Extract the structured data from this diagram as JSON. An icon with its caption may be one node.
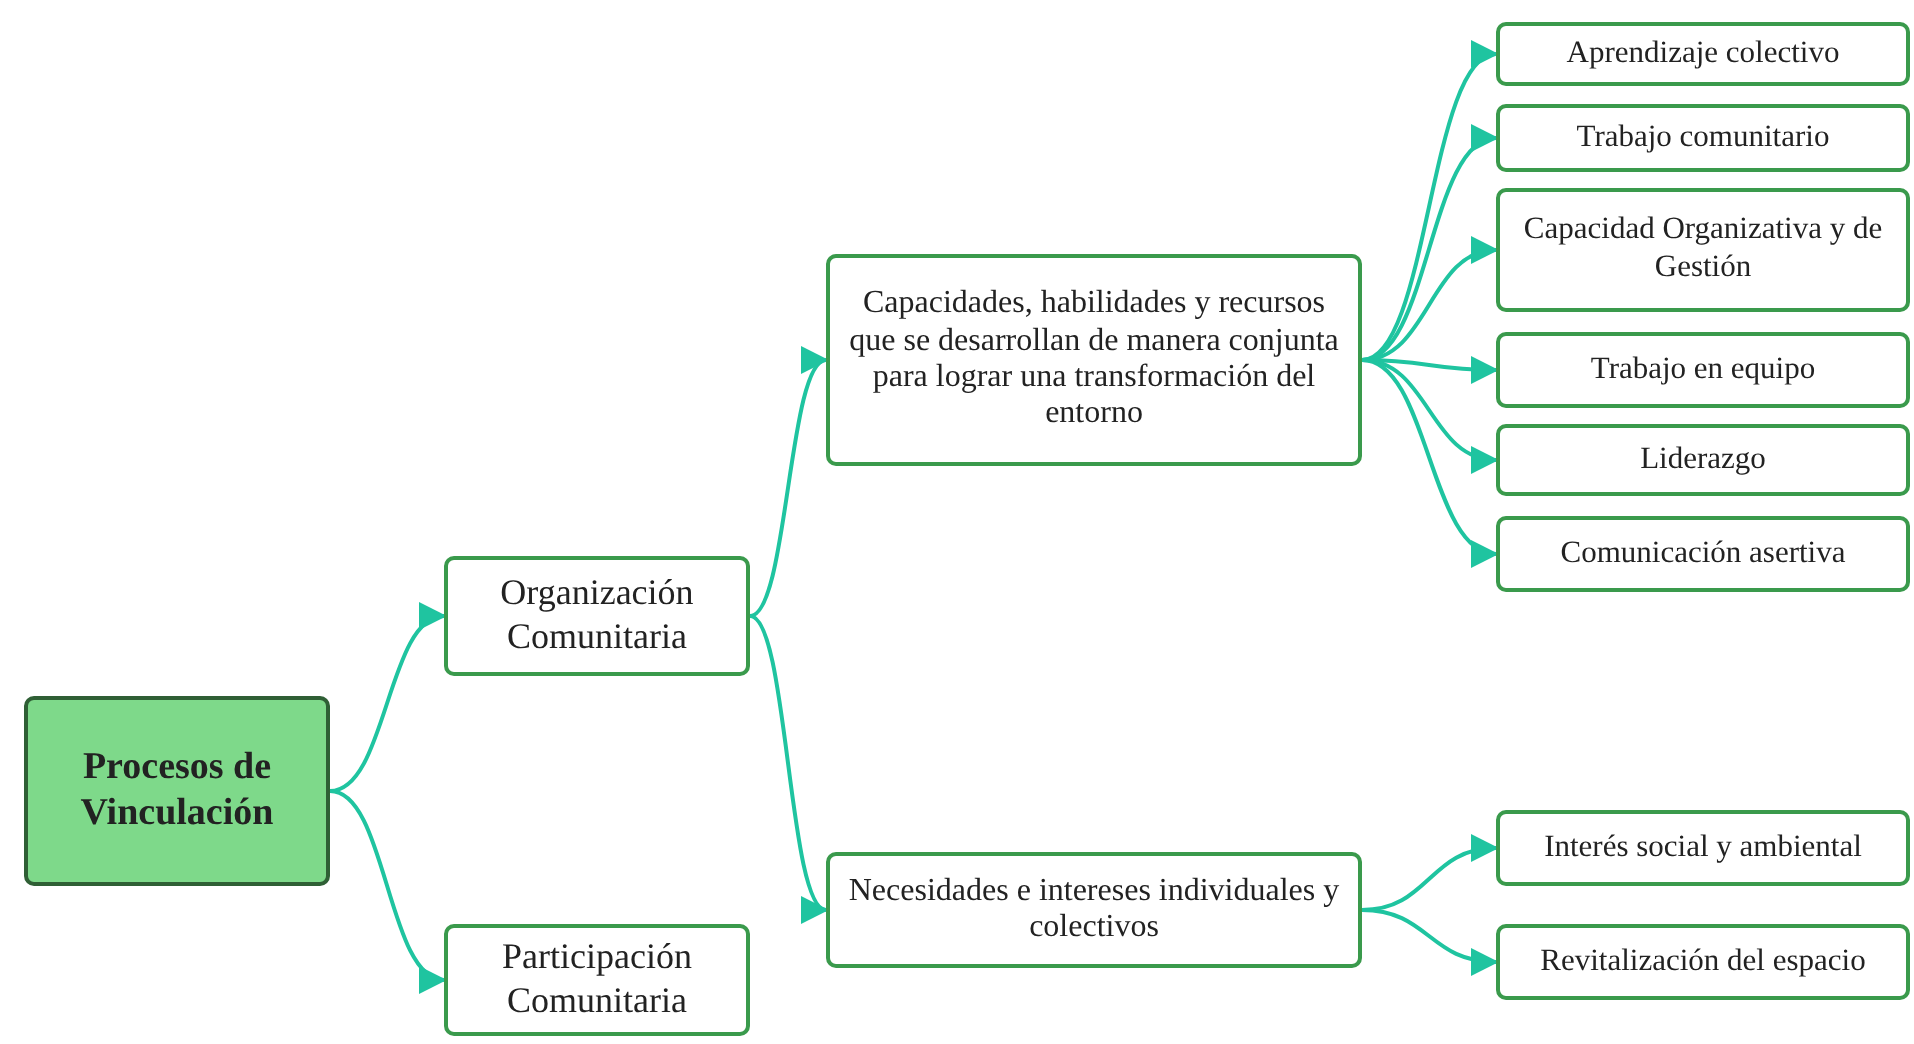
{
  "diagram": {
    "nodes": [
      {
        "text": [
          "Procesos de Vinculación"
        ]
      },
      {
        "text": [
          "Organización Comunitaria"
        ]
      },
      {
        "text": [
          "Participación Comunitaria"
        ]
      },
      {
        "text": [
          "Capacidades, habilidades y recursos que se desarrollan de manera conjunta para lograr una transformación del entorno"
        ]
      },
      {
        "text": [
          "Necesidades e intereses individuales y colectivos"
        ]
      },
      {
        "text": [
          "Aprendizaje colectivo"
        ]
      },
      {
        "text": [
          "Trabajo comunitario"
        ]
      },
      {
        "text": [
          "Capacidad Organizativa y de Gestión"
        ]
      },
      {
        "text": [
          "Trabajo en equipo"
        ]
      },
      {
        "text": [
          "Liderazgo"
        ]
      },
      {
        "text": [
          "Comunicación asertiva"
        ]
      },
      {
        "text": [
          "Interés social y ambiental"
        ]
      },
      {
        "text": [
          "Revitalización del espacio"
        ]
      }
    ],
    "edges": [
      {
        "from": 0,
        "to": 1,
        "arrow": "to"
      },
      {
        "from": 0,
        "to": 2,
        "arrow": "to"
      },
      {
        "from": 1,
        "to": 3,
        "arrow": "to"
      },
      {
        "from": 1,
        "to": 4,
        "arrow": "to"
      },
      {
        "from": 3,
        "to": 5,
        "arrow": "to"
      },
      {
        "from": 3,
        "to": 6,
        "arrow": "to"
      },
      {
        "from": 3,
        "to": 7,
        "arrow": "to"
      },
      {
        "from": 3,
        "to": 8,
        "arrow": "to"
      },
      {
        "from": 3,
        "to": 9,
        "arrow": "to"
      },
      {
        "from": 3,
        "to": 10,
        "arrow": "to"
      },
      {
        "from": 4,
        "to": 11,
        "arrow": "to"
      },
      {
        "from": 4,
        "to": 12,
        "arrow": "to"
      }
    ]
  }
}
